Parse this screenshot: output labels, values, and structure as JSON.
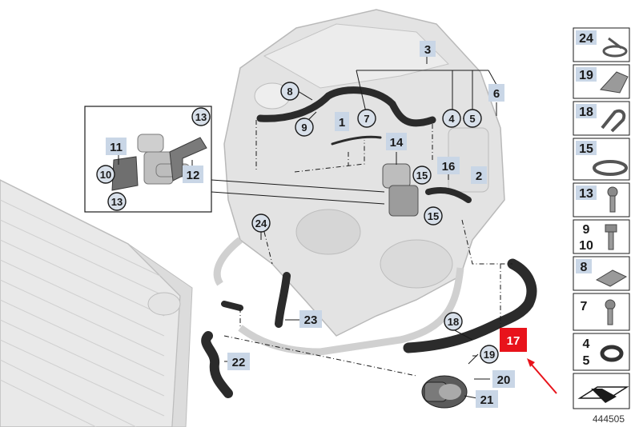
{
  "colors": {
    "highlight": "#e8131b",
    "label_box": "#c9d6e6",
    "circle_bg": "#d8e0ea",
    "part_dark": "#2b2b2b",
    "part_light": "#d9d9d9"
  },
  "callouts": {
    "c1": "1",
    "c2": "2",
    "c3": "3",
    "c4": "4",
    "c5": "5",
    "c6": "6",
    "c7": "7",
    "c8": "8",
    "c9": "9",
    "c10": "10",
    "c11": "11",
    "c12": "12",
    "c13a": "13",
    "c13b": "13",
    "c14": "14",
    "c15a": "15",
    "c15b": "15",
    "c16": "16",
    "c17": "17",
    "c18": "18",
    "c19": "19",
    "c20": "20",
    "c21": "21",
    "c22": "22",
    "c23": "23",
    "c24": "24"
  },
  "sidebar": {
    "items": [
      {
        "num": "24",
        "icon": "hose-clamp-spring-icon"
      },
      {
        "num": "19",
        "icon": "bracket-clip-icon"
      },
      {
        "num": "18",
        "icon": "hose-clip-icon"
      },
      {
        "num": "15",
        "icon": "band-clamp-icon"
      },
      {
        "num": "13",
        "icon": "bolt-icon"
      },
      {
        "num": "9",
        "num2": "10",
        "icon": "hex-bolt-icon"
      },
      {
        "num": "8",
        "icon": "speed-nut-icon"
      },
      {
        "num": "7",
        "icon": "screw-icon"
      },
      {
        "num": "4",
        "num2": "5",
        "icon": "o-ring-icon"
      },
      {
        "num": "",
        "icon": "symbol-arrow-icon"
      }
    ]
  },
  "diagram_number": "444505"
}
